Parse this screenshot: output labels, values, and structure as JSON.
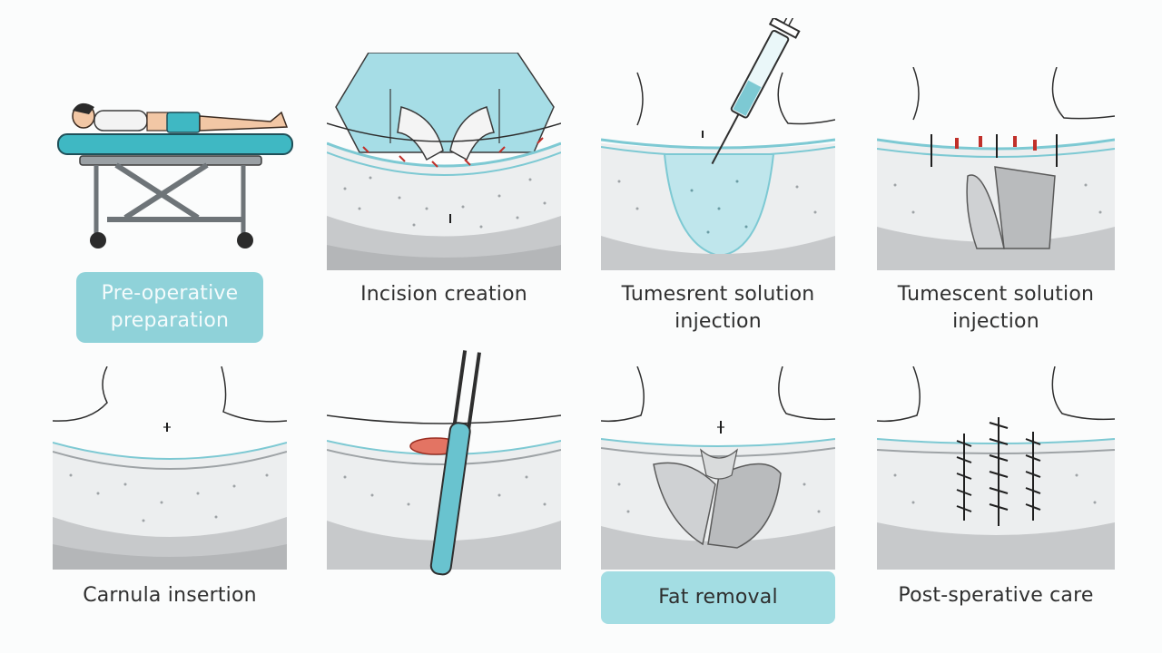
{
  "colors": {
    "accent_teal": "#8fd2d9",
    "accent_teal_light": "#a3dde3",
    "tissue_fill": "#e9ebec",
    "muscle_grey": "#c9cbcd",
    "fluid_blue": "#b7e3ea",
    "gown_blue": "#9fd8e2",
    "suture_dark": "#1f1f1f",
    "blood_red": "#c0302a"
  },
  "steps": [
    {
      "caption": "Pre-operative preparation",
      "highlighted": true,
      "illustration": "patient-on-gurney"
    },
    {
      "caption": "Incision creation",
      "highlighted": false,
      "illustration": "gloved-hands-suturing"
    },
    {
      "caption": "Tumesrent solution injection",
      "highlighted": false,
      "illustration": "syringe-injection"
    },
    {
      "caption": "Tumescent solution injection",
      "highlighted": false,
      "illustration": "suture-markers-tissue"
    },
    {
      "caption": "Carnula insertion",
      "highlighted": false,
      "illustration": "tissue-cross-section"
    },
    {
      "caption": "",
      "highlighted": false,
      "illustration": "cannula-in-tissue"
    },
    {
      "caption": "Fat removal",
      "highlighted": true,
      "illustration": "fat-pockets"
    },
    {
      "caption": "Post-sperative care",
      "highlighted": false,
      "illustration": "stitched-incisions"
    }
  ]
}
